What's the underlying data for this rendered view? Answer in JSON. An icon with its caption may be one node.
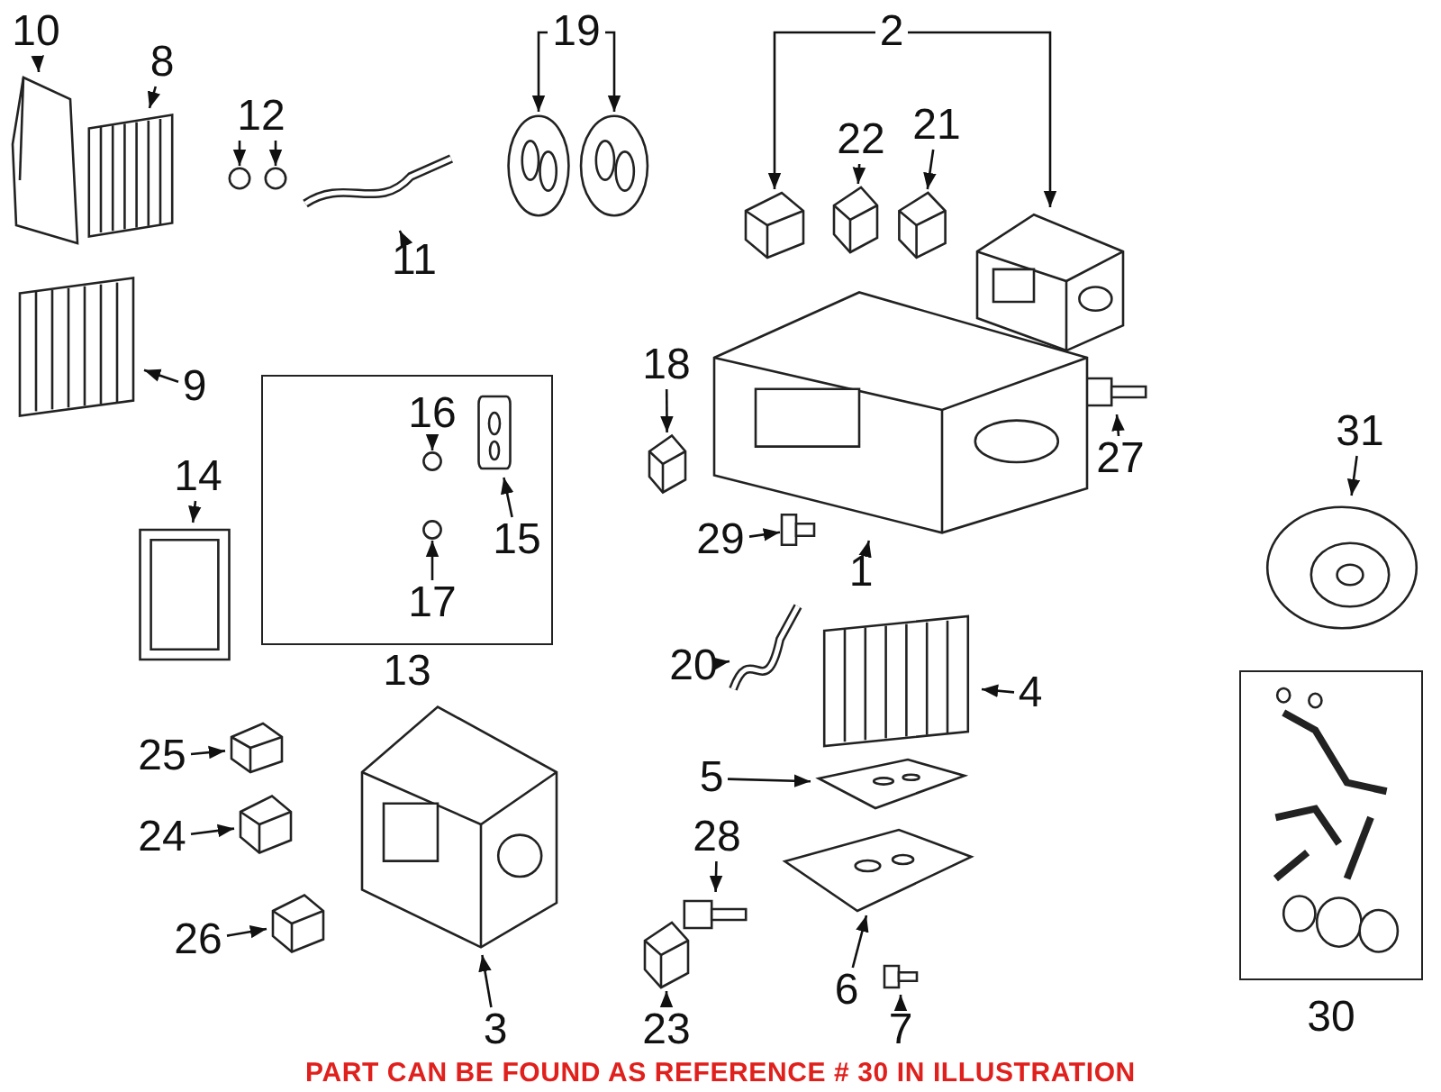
{
  "diagram": {
    "nodes": [
      {
        "text": [
          "10"
        ]
      },
      {
        "text": [],
        "shape": "picture"
      },
      {
        "text": [
          "8"
        ]
      },
      {
        "text": [],
        "shape": "picture"
      },
      {
        "text": [
          "12"
        ]
      },
      {
        "text": [],
        "shape": "circle"
      },
      {
        "text": [],
        "shape": "circle"
      },
      {
        "text": [
          "11"
        ]
      },
      {
        "text": [],
        "shape": "picture"
      },
      {
        "text": [
          "19"
        ]
      },
      {
        "text": [],
        "shape": "picture"
      },
      {
        "text": [],
        "shape": "picture"
      },
      {
        "text": [
          "2"
        ]
      },
      {
        "text": [],
        "shape": "picture"
      },
      {
        "text": [],
        "shape": "picture"
      },
      {
        "text": [
          "22"
        ]
      },
      {
        "text": [],
        "shape": "picture"
      },
      {
        "text": [
          "21"
        ]
      },
      {
        "text": [],
        "shape": "picture"
      },
      {
        "text": [
          "9"
        ]
      },
      {
        "text": [],
        "shape": "picture"
      },
      {
        "text": [
          "18"
        ]
      },
      {
        "text": [],
        "shape": "picture"
      },
      {
        "text": [
          "27"
        ]
      },
      {
        "text": [],
        "shape": "picture"
      },
      {
        "text": [
          "14"
        ]
      },
      {
        "text": [],
        "shape": "picture"
      },
      {
        "text": [
          "13"
        ]
      },
      {
        "text": [
          "16"
        ],
        "in": 27
      },
      {
        "text": [],
        "shape": "circle",
        "in": 27
      },
      {
        "text": [
          "17"
        ],
        "in": 27
      },
      {
        "text": [],
        "shape": "circle",
        "in": 27
      },
      {
        "text": [
          "15"
        ],
        "in": 27
      },
      {
        "text": [],
        "shape": "picture",
        "in": 27
      },
      {
        "text": [
          "31"
        ]
      },
      {
        "text": [],
        "shape": "picture"
      },
      {
        "text": [
          "1"
        ]
      },
      {
        "text": [],
        "shape": "picture"
      },
      {
        "text": [
          "29"
        ]
      },
      {
        "text": [],
        "shape": "picture"
      },
      {
        "text": [
          "20"
        ]
      },
      {
        "text": [],
        "shape": "picture"
      },
      {
        "text": [
          "4"
        ]
      },
      {
        "text": [],
        "shape": "picture"
      },
      {
        "text": [
          "25"
        ]
      },
      {
        "text": [],
        "shape": "picture"
      },
      {
        "text": [
          "5"
        ]
      },
      {
        "text": [],
        "shape": "picture"
      },
      {
        "text": [
          "24"
        ]
      },
      {
        "text": [],
        "shape": "picture"
      },
      {
        "text": [
          "28"
        ]
      },
      {
        "text": [],
        "shape": "picture"
      },
      {
        "text": [
          "26"
        ]
      },
      {
        "text": [],
        "shape": "picture"
      },
      {
        "text": [
          "6"
        ]
      },
      {
        "text": [],
        "shape": "picture"
      },
      {
        "text": [
          "30"
        ]
      },
      {
        "text": [
          "3"
        ]
      },
      {
        "text": [],
        "shape": "picture"
      },
      {
        "text": [
          "23"
        ]
      },
      {
        "text": [],
        "shape": "picture"
      },
      {
        "text": [
          "7"
        ]
      },
      {
        "text": [],
        "shape": "picture"
      }
    ],
    "edges": [
      {
        "from": 0,
        "to": 1,
        "arrow": "to"
      },
      {
        "from": 2,
        "to": 3,
        "arrow": "to"
      },
      {
        "from": 4,
        "to": 5,
        "arrow": "to"
      },
      {
        "from": 4,
        "to": 6,
        "arrow": "to"
      },
      {
        "from": 7,
        "to": 8,
        "arrow": "to"
      },
      {
        "from": 9,
        "to": 10,
        "arrow": "to"
      },
      {
        "from": 9,
        "to": 11,
        "arrow": "to"
      },
      {
        "from": 12,
        "to": 13,
        "arrow": "to"
      },
      {
        "from": 12,
        "to": 14,
        "arrow": "to"
      },
      {
        "from": 15,
        "to": 16,
        "arrow": "to"
      },
      {
        "from": 17,
        "to": 18,
        "arrow": "to"
      },
      {
        "from": 19,
        "to": 20,
        "arrow": "to"
      },
      {
        "from": 21,
        "to": 22,
        "arrow": "to"
      },
      {
        "from": 23,
        "to": 24,
        "arrow": "to"
      },
      {
        "from": 25,
        "to": 26,
        "arrow": "to"
      },
      {
        "from": 28,
        "to": 29,
        "arrow": "to"
      },
      {
        "from": 30,
        "to": 31,
        "arrow": "to"
      },
      {
        "from": 32,
        "to": 33,
        "arrow": "to"
      },
      {
        "from": 34,
        "to": 35,
        "arrow": "to"
      },
      {
        "from": 36,
        "to": 37,
        "arrow": "to"
      },
      {
        "from": 38,
        "to": 39,
        "arrow": "to"
      },
      {
        "from": 40,
        "to": 41,
        "arrow": "to"
      },
      {
        "from": 42,
        "to": 43,
        "arrow": "to"
      },
      {
        "from": 44,
        "to": 45,
        "arrow": "to"
      },
      {
        "from": 46,
        "to": 47,
        "arrow": "to"
      },
      {
        "from": 48,
        "to": 49,
        "arrow": "to"
      },
      {
        "from": 50,
        "to": 51,
        "arrow": "to"
      },
      {
        "from": 52,
        "to": 53,
        "arrow": "to"
      },
      {
        "from": 54,
        "to": 55,
        "arrow": "to"
      },
      {
        "from": 57,
        "to": 58,
        "arrow": "to"
      },
      {
        "from": 59,
        "to": 60,
        "arrow": "to"
      },
      {
        "from": 61,
        "to": 62,
        "arrow": "to"
      }
    ],
    "labels": [
      "PART CAN BE FOUND AS REFERENCE # 30 IN ILLUSTRATION"
    ]
  }
}
